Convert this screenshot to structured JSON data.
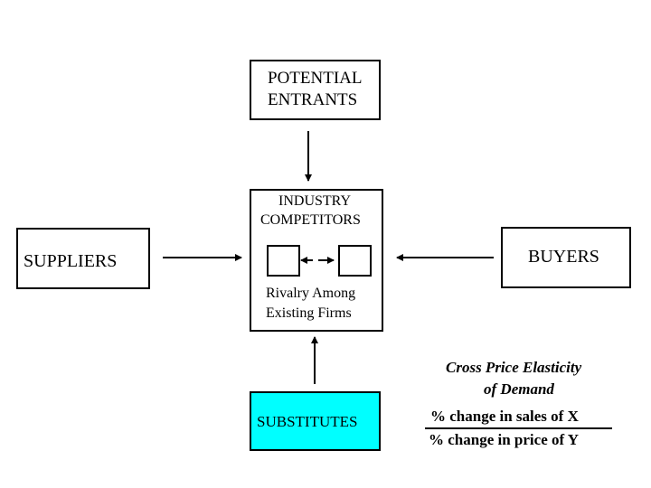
{
  "potential_entrants": {
    "line1": "POTENTIAL",
    "line2": "ENTRANTS"
  },
  "industry": {
    "title_line1": "INDUSTRY",
    "title_line2": "COMPETITORS",
    "rivalry_line1": "Rivalry Among",
    "rivalry_line2": "Existing Firms"
  },
  "suppliers": {
    "label": "SUPPLIERS"
  },
  "buyers": {
    "label": "BUYERS"
  },
  "substitutes": {
    "label": "SUBSTITUTES",
    "fill_color": "#00ffff"
  },
  "elasticity": {
    "title_line1": "Cross Price Elasticity",
    "title_line2": "of Demand",
    "numerator": "% change in sales of X",
    "denominator": "% change in price of Y"
  }
}
